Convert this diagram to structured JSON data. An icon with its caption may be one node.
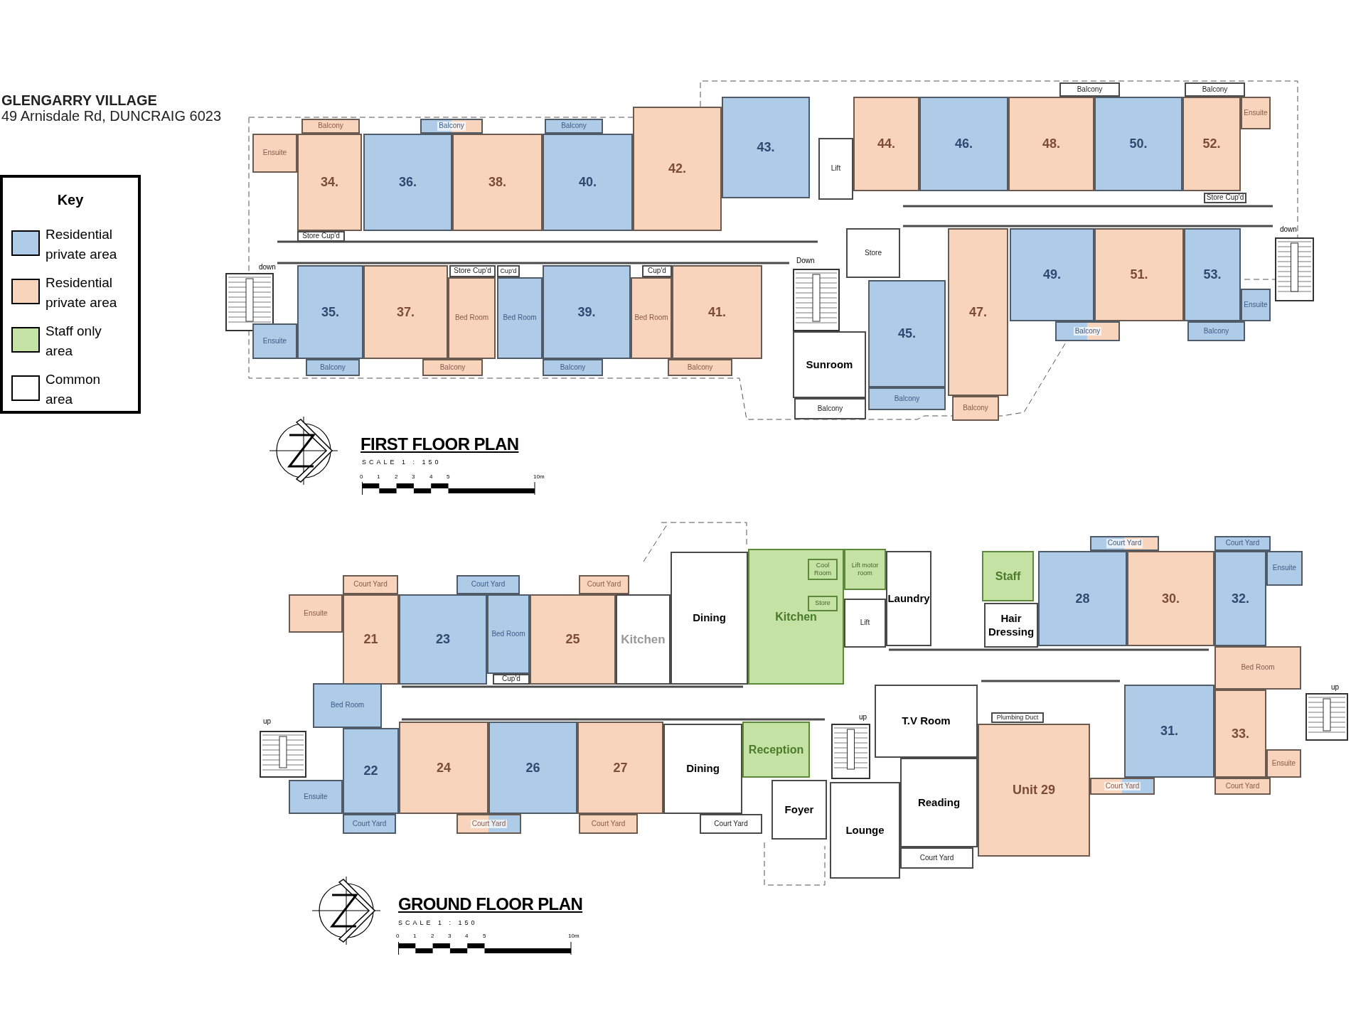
{
  "diagram": {
    "title": "GLENGARRY VILLAGE",
    "nodes": [
      {
        "text": [
          "Ensuite"
        ]
      },
      {
        "text": [
          "34."
        ]
      },
      {
        "text": [
          "Balcony"
        ]
      },
      {
        "text": [
          "36."
        ]
      },
      {
        "text": [
          "Balcony"
        ]
      },
      {
        "text": [
          "38."
        ]
      },
      {
        "text": [
          "Balcony"
        ]
      },
      {
        "text": [
          "40."
        ]
      },
      {
        "text": [
          "42."
        ]
      },
      {
        "text": [
          "43."
        ]
      },
      {
        "text": [
          "Lift"
        ]
      },
      {
        "text": [
          "44."
        ]
      },
      {
        "text": [
          "46."
        ]
      },
      {
        "text": [
          "Balcony"
        ]
      },
      {
        "text": [
          "48."
        ]
      },
      {
        "text": [
          "50."
        ]
      },
      {
        "text": [
          "Balcony"
        ]
      },
      {
        "text": [
          "52."
        ]
      },
      {
        "text": [
          "Ensuite"
        ]
      },
      {
        "text": [
          "Store Cup'd"
        ]
      },
      {
        "text": [
          "Store Cup'd"
        ]
      },
      {
        "text": [
          "35."
        ]
      },
      {
        "text": [
          "Ensuite"
        ]
      },
      {
        "text": [
          "Balcony"
        ]
      },
      {
        "text": [
          "37."
        ]
      },
      {
        "text": [
          "Store Cup'd"
        ]
      },
      {
        "text": [
          "Bed Room"
        ]
      },
      {
        "text": [
          "Balcony"
        ]
      },
      {
        "text": [
          "Cup'd"
        ]
      },
      {
        "text": [
          "Bed Room"
        ]
      },
      {
        "text": [
          "39."
        ]
      },
      {
        "text": [
          "Balcony"
        ]
      },
      {
        "text": [
          "Cup'd"
        ]
      },
      {
        "text": [
          "Bed Room"
        ]
      },
      {
        "text": [
          "41."
        ]
      },
      {
        "text": [
          "Balcony"
        ]
      },
      {
        "text": [
          "Store"
        ]
      },
      {
        "text": [
          "Sunroom"
        ]
      },
      {
        "text": [
          "Balcony"
        ]
      },
      {
        "text": [
          "45."
        ]
      },
      {
        "text": [
          "Balcony"
        ]
      },
      {
        "text": [
          "47."
        ]
      },
      {
        "text": [
          "Balcony"
        ]
      },
      {
        "text": [
          "49."
        ]
      },
      {
        "text": [
          "Balcony"
        ]
      },
      {
        "text": [
          "51."
        ]
      },
      {
        "text": [
          "53."
        ]
      },
      {
        "text": [
          "Ensuite"
        ]
      },
      {
        "text": [
          "Balcony"
        ]
      },
      {
        "text": [
          "Court Yard"
        ]
      },
      {
        "text": [
          "Ensuite"
        ]
      },
      {
        "text": [
          "21"
        ]
      },
      {
        "text": [
          "Court Yard"
        ]
      },
      {
        "text": [
          "23"
        ]
      },
      {
        "text": [
          "Bed Room"
        ]
      },
      {
        "text": [
          "Cup'd"
        ]
      },
      {
        "text": [
          "Court Yard"
        ]
      },
      {
        "text": [
          "25"
        ]
      },
      {
        "text": [
          "Kitchen"
        ]
      },
      {
        "text": [
          "Dining"
        ]
      },
      {
        "text": [
          "Kitchen"
        ]
      },
      {
        "text": [
          "Cool Room"
        ],
        "in": 60
      },
      {
        "text": [
          "Store"
        ],
        "in": 60
      },
      {
        "text": [
          "Lift motor room"
        ]
      },
      {
        "text": [
          "Lift"
        ]
      },
      {
        "text": [
          "Laundry"
        ]
      },
      {
        "text": [
          "Staff"
        ]
      },
      {
        "text": [
          "Hair Dressing"
        ]
      },
      {
        "text": [
          "Court Yard"
        ]
      },
      {
        "text": [
          "28"
        ]
      },
      {
        "text": [
          "30."
        ]
      },
      {
        "text": [
          "Court Yard"
        ]
      },
      {
        "text": [
          "32."
        ]
      },
      {
        "text": [
          "Ensuite"
        ]
      },
      {
        "text": [
          "Bed Room"
        ]
      },
      {
        "text": [
          "22"
        ]
      },
      {
        "text": [
          "Ensuite"
        ]
      },
      {
        "text": [
          "Court Yard"
        ]
      },
      {
        "text": [
          "24"
        ]
      },
      {
        "text": [
          "Court Yard"
        ]
      },
      {
        "text": [
          "26"
        ]
      },
      {
        "text": [
          "27"
        ]
      },
      {
        "text": [
          "Court Yard"
        ]
      },
      {
        "text": [
          "Dining"
        ]
      },
      {
        "text": [
          "Court Yard"
        ]
      },
      {
        "text": [
          "Reception"
        ]
      },
      {
        "text": [
          "Foyer"
        ]
      },
      {
        "text": [
          "T.V Room"
        ]
      },
      {
        "text": [
          "Reading"
        ]
      },
      {
        "text": [
          "Lounge"
        ]
      },
      {
        "text": [
          "Court Yard"
        ]
      },
      {
        "text": [
          "Plumbing Duct"
        ]
      },
      {
        "text": [
          "Unit 29"
        ]
      },
      {
        "text": [
          "Court Yard"
        ]
      },
      {
        "text": [
          "31."
        ]
      },
      {
        "text": [
          "Bed Room"
        ]
      },
      {
        "text": [
          "33."
        ]
      },
      {
        "text": [
          "Ensuite"
        ]
      },
      {
        "text": [
          "Court Yard"
        ]
      }
    ],
    "labels": [
      "49 Arnisdale Rd, DUNCRAIG 6023",
      "Key",
      "down",
      "Down",
      "down",
      "FIRST FLOOR PLAN",
      "SCALE 1 : 150",
      "0",
      "1",
      "2",
      "3",
      "4",
      "5",
      "10m",
      "up",
      "up",
      "up",
      "GROUND FLOOR PLAN",
      "SCALE 1 : 150",
      "0",
      "1",
      "2",
      "3",
      "4",
      "5",
      "10m"
    ],
    "legend": [
      {
        "text": "Residential private area",
        "color": "#aecbe8"
      },
      {
        "text": "Residential private area",
        "color": "#f8d4bd"
      },
      {
        "text": "Staff only area",
        "color": "#c3e2a3"
      },
      {
        "text": "Common area",
        "color": "#ffffff"
      }
    ]
  }
}
